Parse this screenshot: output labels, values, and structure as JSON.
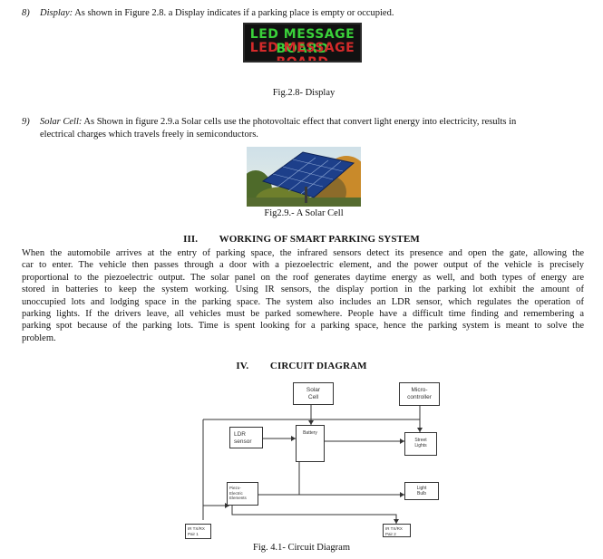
{
  "item8": {
    "number": "8)",
    "title": "Display:",
    "text": " As shown in Figure 2.8. a Display indicates if a parking place is empty or occupied.",
    "image_text_top": "LED MESSAGE BOARD",
    "image_text_bottom": "LED MESSAGE BOARD",
    "caption": "Fig.2.8- Display"
  },
  "item9": {
    "number": "9)",
    "title": "Solar Cell:",
    "line1": " As Shown in figure 2.9.a Solar cells use the photovoltaic effect that convert light energy into electricity, results in",
    "line2": "electrical charges which travels freely in semiconductors.",
    "caption": "Fig2.9.- A Solar Cell"
  },
  "section3": {
    "numeral": "III.",
    "title": "WORKING OF SMART PARKING SYSTEM",
    "lines": [
      "When the automobile arrives at the entry of parking space, the infrared sensors detect its presence and open the gate, allowing the",
      "car to enter. The vehicle then passes through a door with a piezoelectric element, and the power output of the vehicle is precisely",
      "proportional to the piezoelectric output. The solar panel on the roof generates daytime energy as well, and both types of energy are",
      "stored in batteries to keep the system working. Using IR sensors, the display portion in the parking lot exhibit the amount of",
      "unoccupied lots and lodging space in the parking space. The system also includes an LDR sensor, which regulates the operation of",
      "parking lights. If the drivers leave, all vehicles must be parked somewhere. People have a difficult time finding and remembering a",
      "parking spot because of the parking lots. Time is spent looking for a parking space, hence the parking system is meant to solve the",
      "problem."
    ]
  },
  "section4": {
    "numeral": "IV.",
    "title": "CIRCUIT DIAGRAM",
    "caption": "Fig. 4.1- Circuit Diagram"
  },
  "diagram": {
    "solar_cell": [
      "Solar",
      "Cell"
    ],
    "microcontroller": [
      "Micro-",
      "controller"
    ],
    "ldr": [
      "LDR",
      "sensor"
    ],
    "battery": "Battery",
    "street_lights": [
      "Street",
      "Lights"
    ],
    "piezo": [
      "Piezo-",
      "Electric",
      "Elements"
    ],
    "light_bulb": [
      "Light",
      "Bulb"
    ],
    "ir1": [
      "IR TX/RX",
      "Pair 1"
    ],
    "ir2": [
      "IR TX/RX",
      "Pair 2"
    ]
  }
}
